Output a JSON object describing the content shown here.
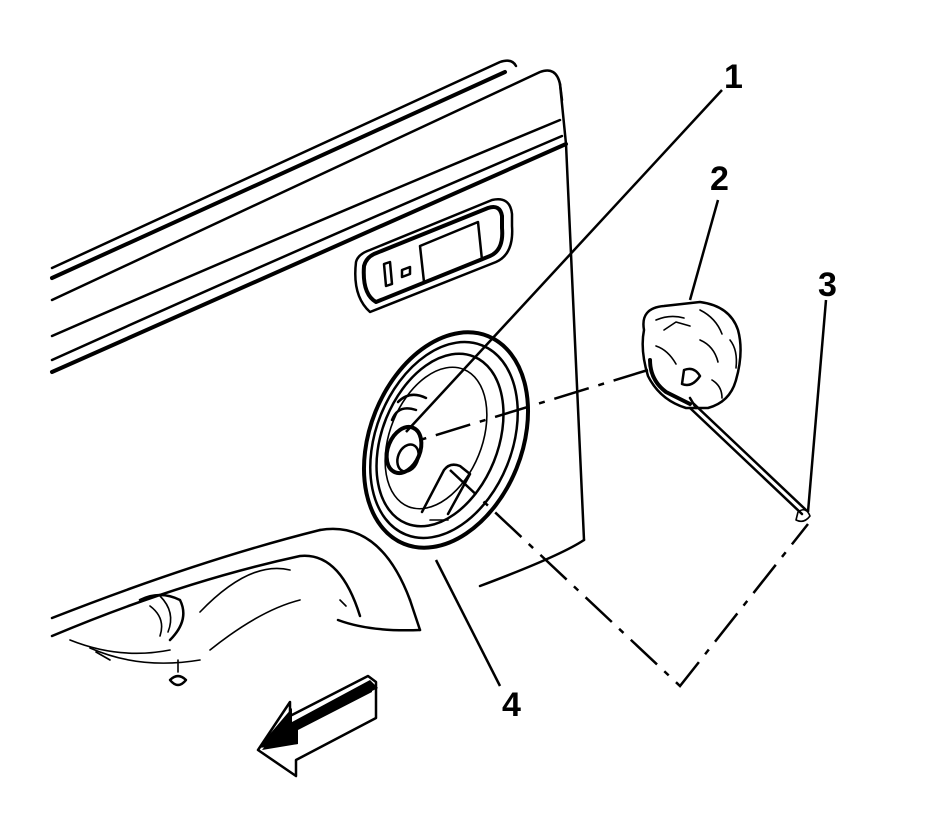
{
  "diagram": {
    "callouts": [
      {
        "id": "1",
        "label": "1"
      },
      {
        "id": "2",
        "label": "2"
      },
      {
        "id": "3",
        "label": "3"
      },
      {
        "id": "4",
        "label": "4"
      }
    ],
    "parts": {
      "body_panel": "rear-quarter-panel",
      "fuel_filler_door_opening": "fuel-filler-pocket",
      "fuel_cap": "fuel-cap",
      "tether": "fuel-cap-tether",
      "direction_arrow": "front-direction-arrow"
    }
  }
}
